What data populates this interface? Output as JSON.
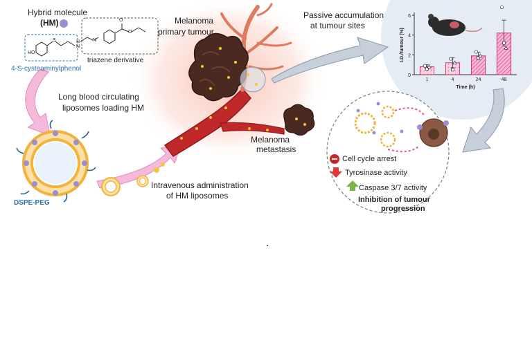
{
  "hm": {
    "title_line1": "Hybrid molecule",
    "title_line2": "(HM)",
    "cysteamine_label": "4-S-cysteaminylphenol",
    "triazene_label": "triazene derivative",
    "ho_label": "HO",
    "s_label": "S",
    "h_label": "H",
    "n_label": "N",
    "nn_label": "N",
    "o_label": "O",
    "o2_label": "O"
  },
  "liposome": {
    "caption_line1": "Long blood circulating",
    "caption_line2": "liposomes loading HM",
    "peg_label": "DSPE-PEG"
  },
  "iv": {
    "line1": "Intravenous administration",
    "line2": "of HM liposomes"
  },
  "tumour": {
    "primary_line1": "Melanoma",
    "primary_line2": "primary tumour",
    "meta_line1": "Melanoma",
    "meta_line2": "metastasis"
  },
  "accumulation": {
    "line1": "Passive accumulation",
    "line2": "at tumour sites"
  },
  "effects": {
    "cell_cycle": "Cell cycle arrest",
    "tyrosinase": "Tyrosinase activity",
    "caspase": "Caspase 3/7 activity",
    "conclusion_line1": "Inhibition of tumour",
    "conclusion_line2": "progression"
  },
  "colors": {
    "vessel": "#c0282a",
    "vessel_light": "#e8875f",
    "chart_bg": "#e6ecf4",
    "bar_fill": "#f08bb8",
    "bar_stroke": "#c2185b",
    "lipo_shell": "#f3b23c",
    "hm_purple": "#9b8fd1",
    "arrow_pink": "#f1a7d0",
    "arrow_gray": "#b8c2d0"
  },
  "chart_data": {
    "type": "bar",
    "categories": [
      "1",
      "4",
      "24",
      "48"
    ],
    "values": [
      0.8,
      1.2,
      1.9,
      4.2
    ],
    "errors": [
      0.2,
      0.5,
      0.35,
      1.3
    ],
    "points": [
      [
        0.9,
        0.6,
        0.8
      ],
      [
        1.6,
        0.5,
        1.2
      ],
      [
        2.3,
        1.7,
        1.9
      ],
      [
        6.8,
        3.2,
        2.7
      ]
    ],
    "title": "",
    "xlabel": "Time (h)",
    "ylabel": "I.D./tumour (%)",
    "ylim": [
      0,
      6
    ],
    "yticks": [
      "0",
      "2",
      "4",
      "6"
    ],
    "grid": false
  }
}
